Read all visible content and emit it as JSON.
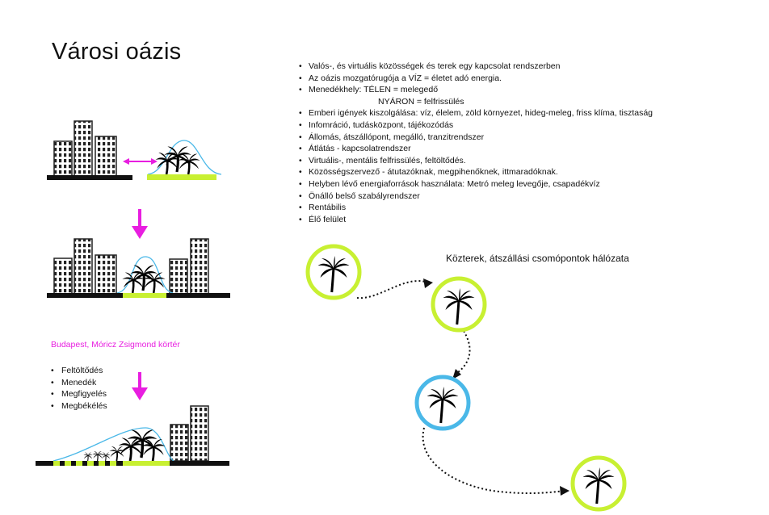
{
  "title": "Városi oázis",
  "bullets": [
    "Valós-, és virtuális közösségek és terek egy kapcsolat rendszerben",
    "Az oázis mozgatórugója a VÍZ = életet adó energia.",
    "Menedékhely:   TÉLEN = melegedő",
    "NYÁRON = felfrissülés",
    "Emberi igények kiszolgálása: víz, élelem, zöld környezet, hideg-meleg, friss klíma, tisztaság",
    "Infomráció, tudásközpont, tájékozódás",
    "Állomás, átszállópont, megálló, tranzitrendszer",
    "Átlátás - kapcsolatrendszer",
    "Virtuális-, mentális felfrissülés, feltöltődés.",
    "Közösségszervező - átutazóknak, megpihenőknek, ittmaradóknak.",
    "Helyben lévő energiaforrások használata: Metró meleg levegője, csapadékvíz",
    "Önálló belső szabályrendszer",
    "Rentábilis",
    "Élő felület"
  ],
  "network_title": "Közterek, átszállási csomópontok hálózata",
  "place": "Budapest, Móricz Zsigmond körtér",
  "place_items": [
    "Feltöltődés",
    "Menedék",
    "Megfigyelés",
    "Megbékélés"
  ],
  "colors": {
    "magenta": "#e81ee0",
    "lime": "#c8f032",
    "water": "#4ab8e8",
    "ground": "#111111"
  },
  "icons": [
    "palm-icon",
    "building-icon",
    "double-arrow-icon",
    "down-arrow-icon"
  ]
}
